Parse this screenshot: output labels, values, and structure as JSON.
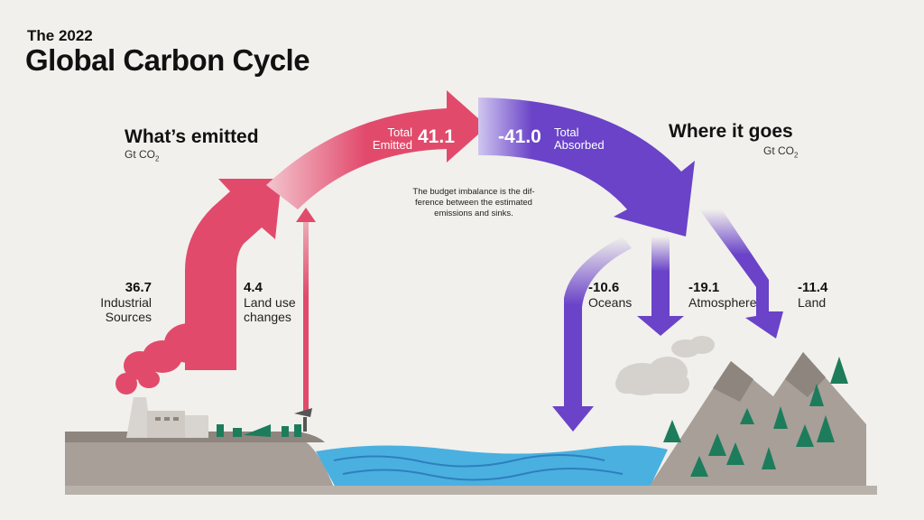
{
  "header": {
    "subtitle": "The 2022",
    "title": "Global Carbon Cycle"
  },
  "emitted": {
    "heading": "What’s emitted",
    "unit": "Gt CO",
    "unit_sub": "2"
  },
  "goes": {
    "heading": "Where it goes",
    "unit": "Gt CO",
    "unit_sub": "2"
  },
  "totals": {
    "emitted_label_1": "Total",
    "emitted_label_2": "Emitted",
    "emitted_value": "41.1",
    "absorbed_value": "-41.0",
    "absorbed_label_1": "Total",
    "absorbed_label_2": "Absorbed"
  },
  "note": {
    "line1": "The budget imbalance is the dif-",
    "line2": "ference between the estimated",
    "line3": "emissions and sinks."
  },
  "sources": [
    {
      "value": "36.7",
      "line1": "Industrial",
      "line2": "Sources"
    },
    {
      "value": "4.4",
      "line1": "Land use",
      "line2": "changes"
    }
  ],
  "sinks": [
    {
      "value": "-10.6",
      "label": "Oceans"
    },
    {
      "value": "-19.1",
      "label": "Atmosphere"
    },
    {
      "value": "-11.4",
      "label": "Land"
    }
  ],
  "colors": {
    "emitted": "#e24a6c",
    "absorbed": "#6a43c8",
    "ocean": "#4ab0e0",
    "ground": "#a79f98",
    "tree": "#1d7c5c",
    "background": "#f1f0ec"
  }
}
